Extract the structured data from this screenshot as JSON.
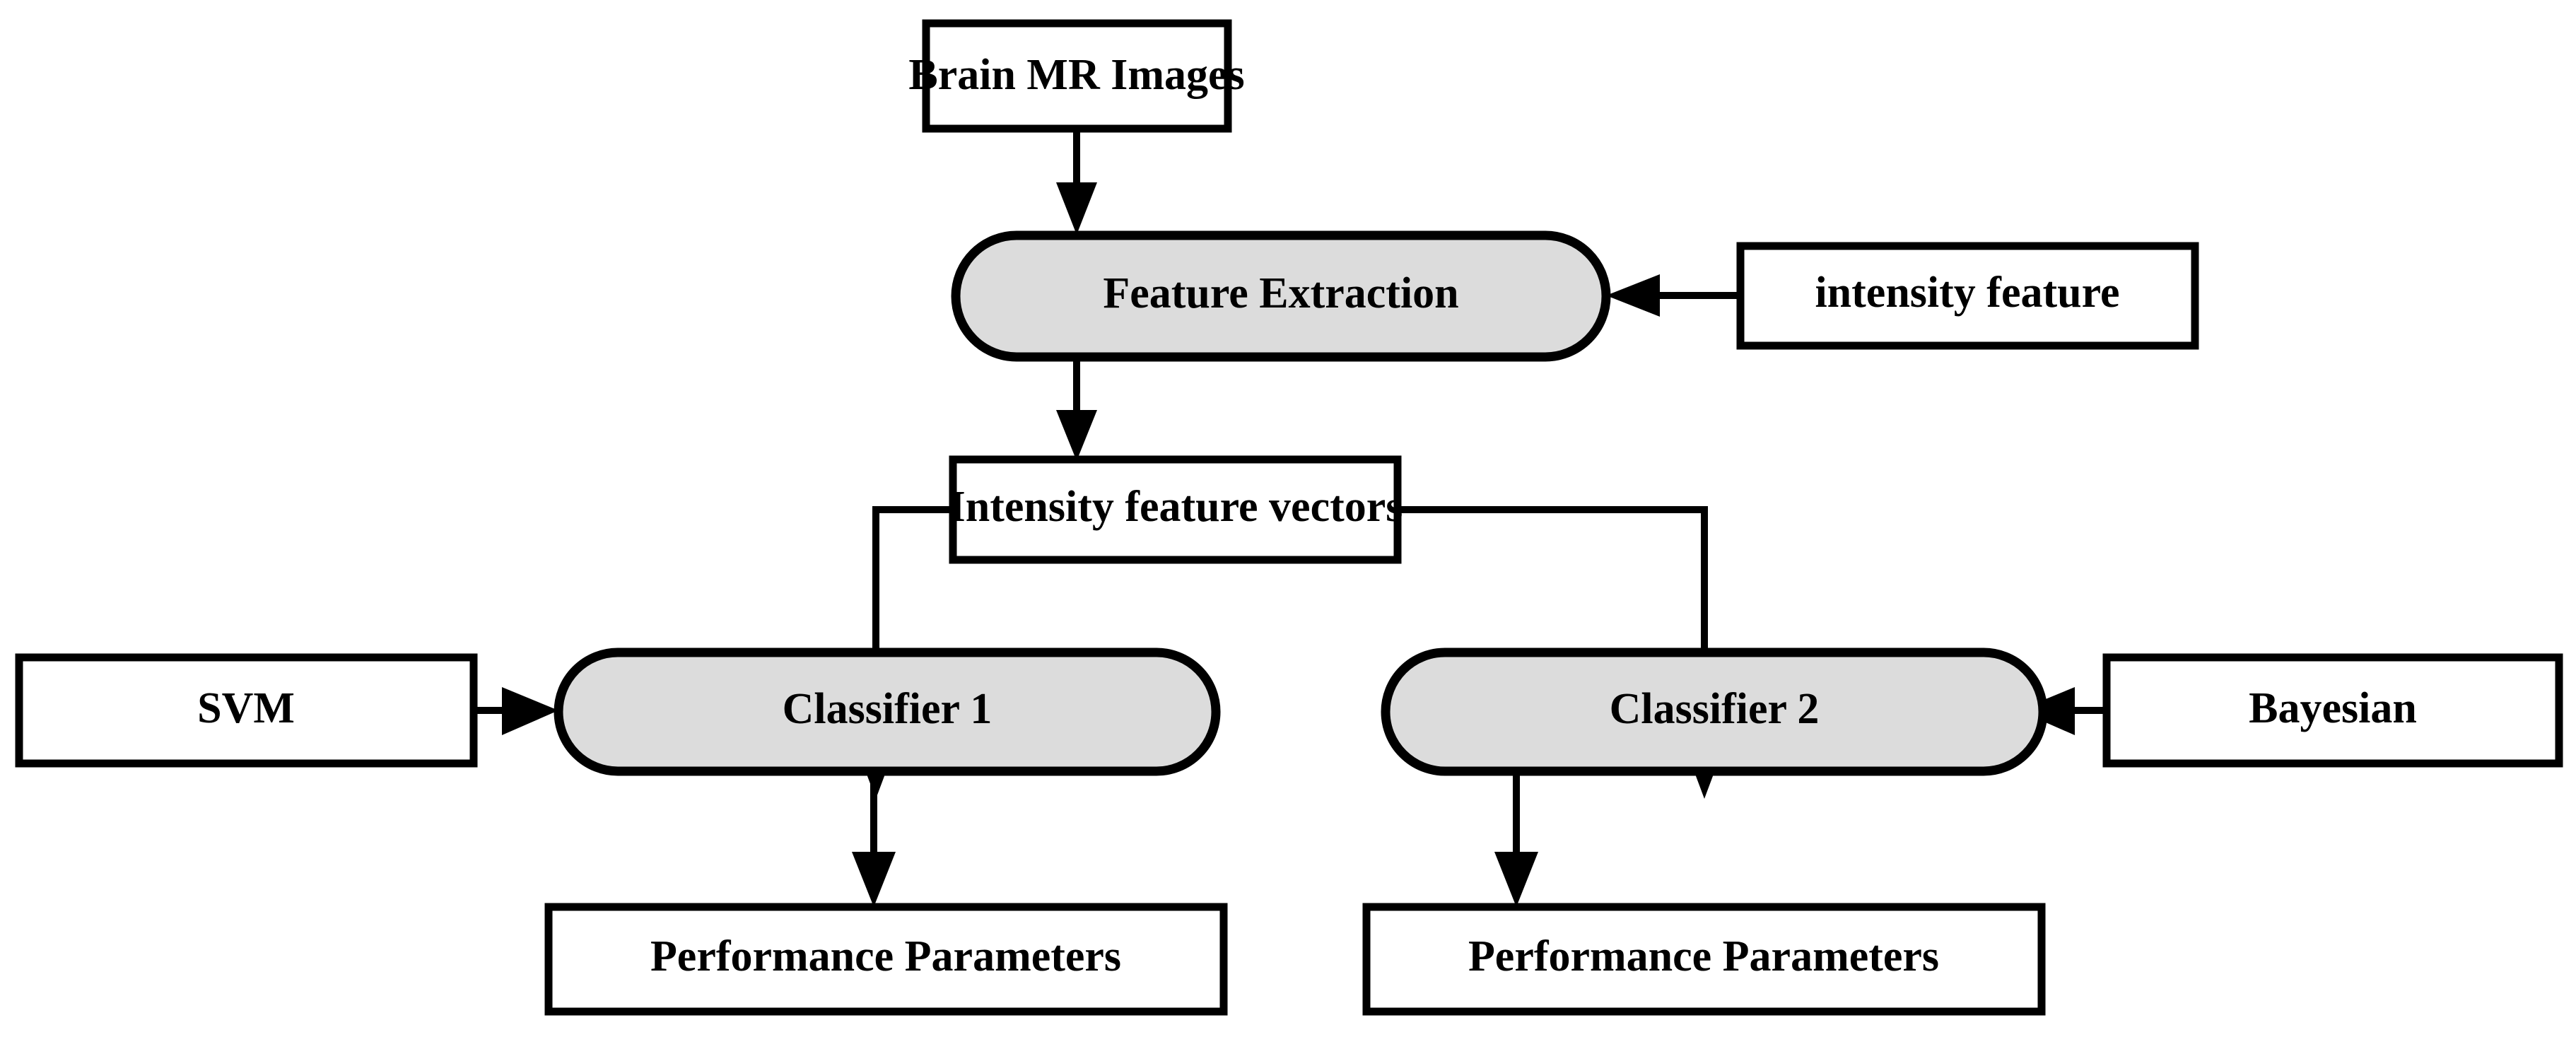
{
  "diagram": {
    "title": "Brain MR image classification flowchart",
    "colors": {
      "process_fill": "#dcdcdc",
      "io_fill": "#ffffff",
      "stroke": "#000000"
    },
    "nodes": {
      "brain_mr_images": {
        "label": "Brain MR Images",
        "shape": "rectangle"
      },
      "feature_extraction": {
        "label": "Feature Extraction",
        "shape": "stadium"
      },
      "intensity_feature": {
        "label": "intensity feature",
        "shape": "rectangle"
      },
      "intensity_feature_vectors": {
        "label": "Intensity feature vectors",
        "shape": "rectangle"
      },
      "svm": {
        "label": "SVM",
        "shape": "rectangle"
      },
      "classifier_1": {
        "label": "Classifier 1",
        "shape": "stadium"
      },
      "classifier_2": {
        "label": "Classifier 2",
        "shape": "stadium"
      },
      "bayesian": {
        "label": "Bayesian",
        "shape": "rectangle"
      },
      "performance_parameters_left": {
        "label": "Performance Parameters",
        "shape": "rectangle"
      },
      "performance_parameters_right": {
        "label": "Performance Parameters",
        "shape": "rectangle"
      }
    },
    "edges": [
      {
        "from": "brain_mr_images",
        "to": "feature_extraction",
        "direction": "down"
      },
      {
        "from": "intensity_feature",
        "to": "feature_extraction",
        "direction": "left"
      },
      {
        "from": "feature_extraction",
        "to": "intensity_feature_vectors",
        "direction": "down"
      },
      {
        "from": "intensity_feature_vectors",
        "to": "classifier_1",
        "direction": "down-left"
      },
      {
        "from": "intensity_feature_vectors",
        "to": "classifier_2",
        "direction": "down-right"
      },
      {
        "from": "svm",
        "to": "classifier_1",
        "direction": "right"
      },
      {
        "from": "bayesian",
        "to": "classifier_2",
        "direction": "left"
      },
      {
        "from": "classifier_1",
        "to": "performance_parameters_left",
        "direction": "down"
      },
      {
        "from": "classifier_2",
        "to": "performance_parameters_right",
        "direction": "down"
      }
    ]
  }
}
